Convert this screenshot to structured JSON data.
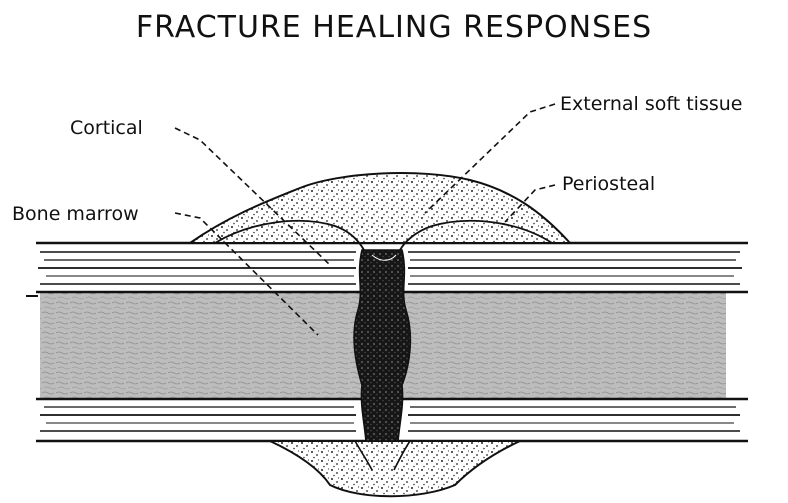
{
  "title": "FRACTURE HEALING RESPONSES",
  "labels": {
    "cortical": "Cortical",
    "bone_marrow": "Bone marrow",
    "external_soft_tissue": "External soft tissue",
    "periosteal": "Periosteal"
  },
  "colors": {
    "ink": "#111111",
    "marrow": "#b9b9b9",
    "callus_fill": "#ffffff",
    "hematoma": "#1a1a1a"
  }
}
